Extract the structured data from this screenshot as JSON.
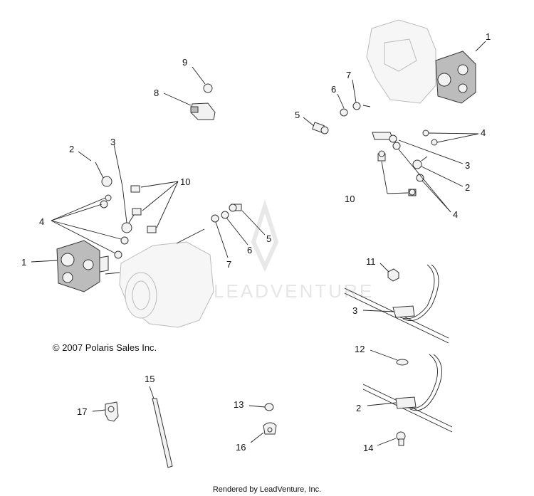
{
  "copyright": "© 2007 Polaris Sales Inc.",
  "watermark": "LEADVENTURE",
  "footer": "Rendered by LeadVenture, Inc.",
  "callouts": {
    "c1_top": "1",
    "c7_top": "7",
    "c6_top": "6",
    "c5_top": "5",
    "c4_topr": "4",
    "c3_topr": "3",
    "c2_topr": "2",
    "c10_topr": "10",
    "c4_midr": "4",
    "c9": "9",
    "c8": "8",
    "c2_left": "2",
    "c3_left": "3",
    "c10_left": "10",
    "c4_left": "4",
    "c1_left": "1",
    "c5_mid": "5",
    "c6_mid": "6",
    "c7_mid": "7",
    "c11": "11",
    "c3_clamp": "3",
    "c12": "12",
    "c2_clamp": "2",
    "c14": "14",
    "c15": "15",
    "c17": "17",
    "c13": "13",
    "c16": "16"
  }
}
